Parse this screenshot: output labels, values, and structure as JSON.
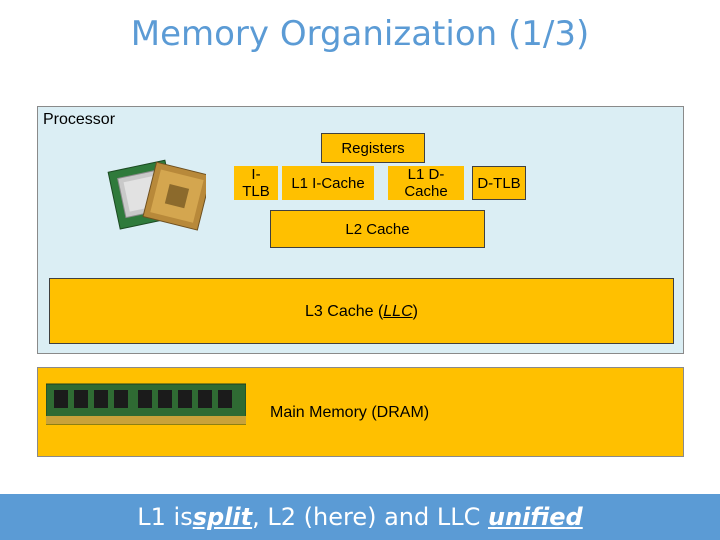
{
  "title": "Memory Organization (1/3)",
  "processor": {
    "label": "Processor",
    "registers": "Registers",
    "itlb": "I-TLB",
    "l1i": "L1 I-Cache",
    "l1d": "L1 D-Cache",
    "dtlb": "D-TLB",
    "l2": "L2 Cache",
    "l3_prefix": "L3 Cache (",
    "l3_abbr": "LLC",
    "l3_suffix": ")"
  },
  "memory": {
    "label": "Main Memory (DRAM)"
  },
  "footer": {
    "part1": "L1 is ",
    "split": "split",
    "part2": ", L2 (here) and LLC ",
    "unified": "unified"
  },
  "colors": {
    "box_fill": "#ffc000",
    "processor_bg": "#dbeef4",
    "accent": "#5b9bd5"
  }
}
